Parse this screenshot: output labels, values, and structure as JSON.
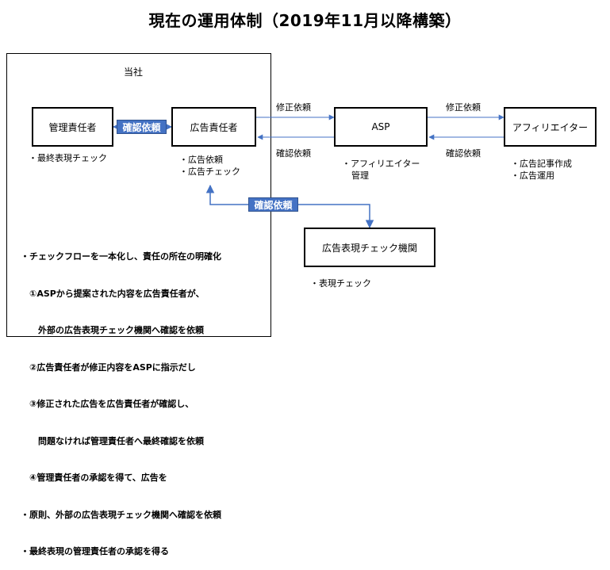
{
  "title": "現在の運用体制（2019年11月以降構築）",
  "company": {
    "label": "当社"
  },
  "nodes": {
    "manager": "管理責任者",
    "ad_owner": "広告責任者",
    "asp": "ASP",
    "affiliator": "アフィリエイター",
    "checker": "広告表現チェック機関"
  },
  "notes": {
    "manager": "・最終表現チェック",
    "ad_owner_1": "・広告依頼",
    "ad_owner_2": "・広告チェック",
    "asp_1": "・アフィリエイター",
    "asp_2": "管理",
    "affiliator_1": "・広告記事作成",
    "affiliator_2": "・広告運用",
    "checker": "・表現チェック"
  },
  "edges": {
    "fix_request_1": "修正依頼",
    "confirm_request_1": "確認依頼",
    "fix_request_2": "修正依頼",
    "confirm_request_2": "確認依頼",
    "pill_confirm_1": "確認依頼",
    "pill_confirm_2": "確認依頼"
  },
  "summary": [
    "・チェックフローを一本化し、責任の所在の明確化",
    "　①ASPから提案された内容を広告責任者が、",
    "　　外部の広告表現チェック機関へ確認を依頼",
    "　②広告責任者が修正内容をASPに指示だし",
    "　③修正された広告を広告責任者が確認し、",
    "　　問題なければ管理責任者へ最終確認を依頼",
    "　④管理責任者の承認を得て、広告を",
    "・原則、外部の広告表現チェック機関へ確認を依頼",
    "・最終表現の管理責任者の承認を得る"
  ],
  "colors": {
    "accent": "#4472c4",
    "arrow": "#4472c4"
  }
}
